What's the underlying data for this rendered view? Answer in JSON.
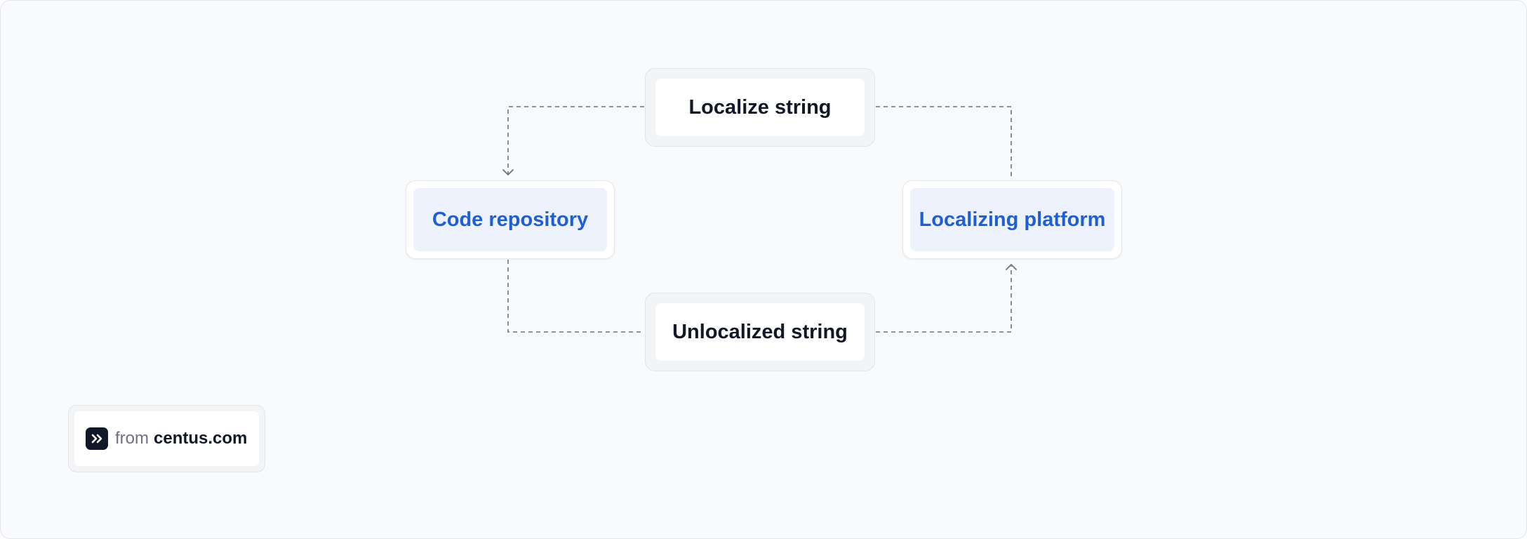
{
  "diagram": {
    "nodes": {
      "localize": {
        "label": "Localize string"
      },
      "unlocalized": {
        "label": "Unlocalized string"
      },
      "code_repo": {
        "label": "Code repository"
      },
      "platform": {
        "label": "Localizing platform"
      }
    },
    "edges": [
      {
        "from": "localize",
        "to": "code_repo",
        "style": "dashed",
        "arrow": "end"
      },
      {
        "from": "platform",
        "to": "localize",
        "style": "dashed",
        "arrow": "none"
      },
      {
        "from": "code_repo",
        "to": "unlocalized",
        "style": "dashed",
        "arrow": "none"
      },
      {
        "from": "unlocalized",
        "to": "platform",
        "style": "dashed",
        "arrow": "end"
      }
    ],
    "colors": {
      "background": "#f8fafc",
      "accent_text": "#1f5fd6",
      "accent_fill": "#eef2fd",
      "connector": "#6b7280",
      "text": "#111827"
    }
  },
  "badge": {
    "prefix": "from",
    "domain": "centus.com",
    "logo_icon": "double-chevron-right-icon"
  }
}
